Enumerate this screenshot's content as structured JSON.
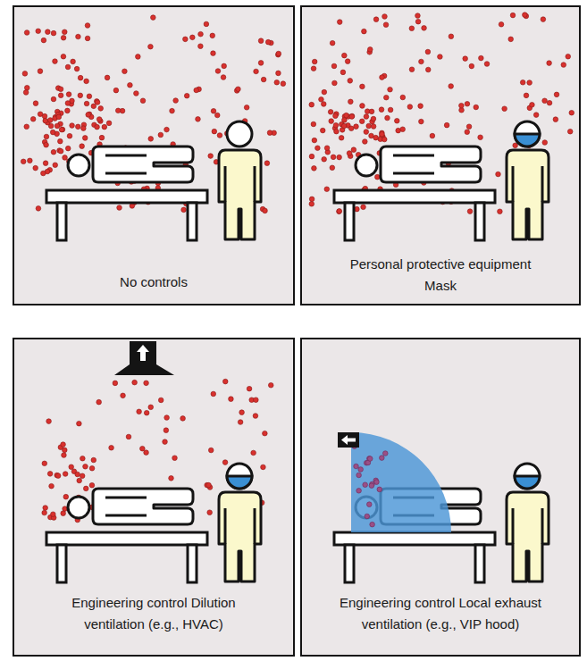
{
  "diagram": {
    "nodes": [
      {
        "text": [
          "No controls"
        ]
      },
      {
        "text": [
          "Personal protective equipment Mask"
        ]
      },
      {
        "text": [
          "Engineering control Dilution ventilation (e.g., HVAC)"
        ]
      },
      {
        "text": [
          "Engineering control Local exhaust ventilation (e.g., VIP hood)"
        ]
      }
    ]
  }
}
